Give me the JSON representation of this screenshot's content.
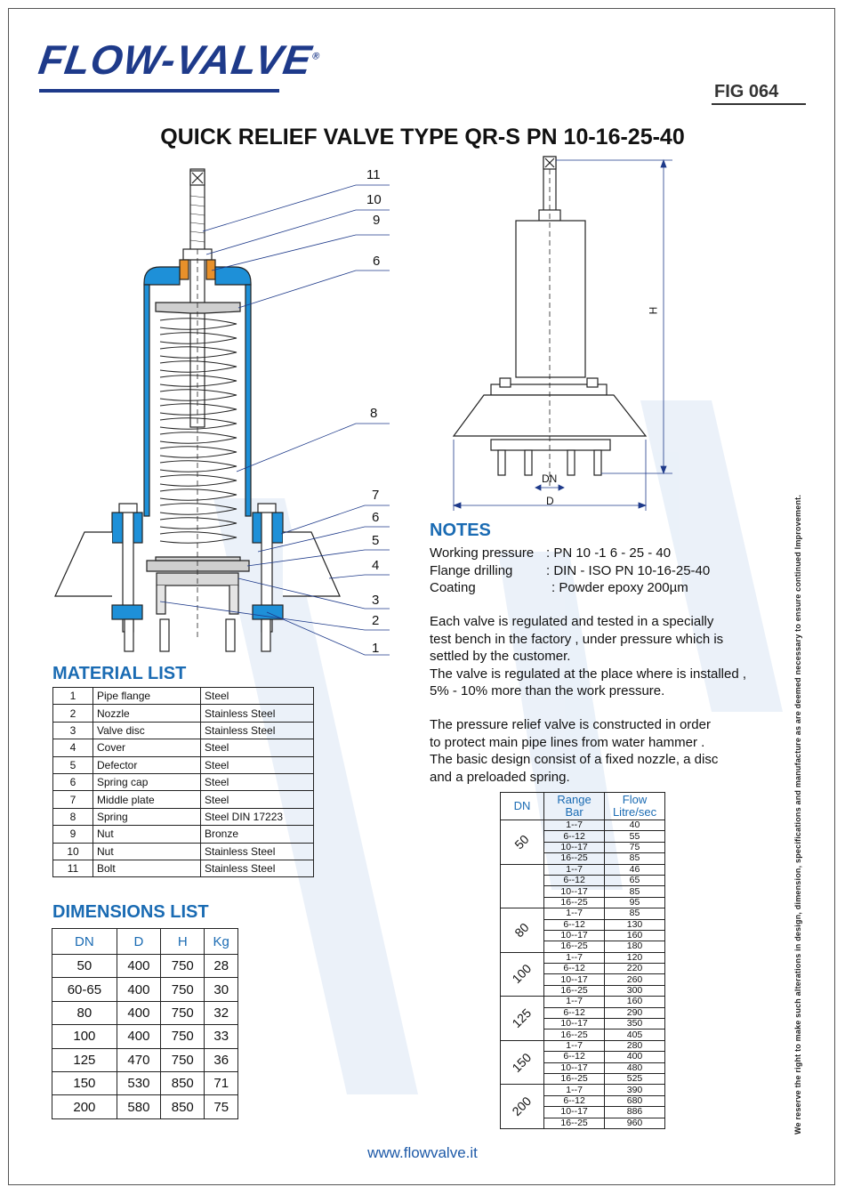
{
  "brand": {
    "logo": "FLOW-VALVE",
    "registered": "®"
  },
  "figure": "FIG 064",
  "title": "QUICK RELIEF VALVE TYPE QR-S PN 10-16-25-40",
  "callouts": [
    "11",
    "10",
    "9",
    "6",
    "8",
    "7",
    "6",
    "5",
    "4",
    "3",
    "2",
    "1"
  ],
  "drawing_labels": {
    "height": "H",
    "dn": "DN",
    "diameter": "D"
  },
  "notes": {
    "heading": "NOTES",
    "specs": [
      {
        "label": "Working pressure",
        "value": ": PN 10 -1 6 - 25 - 40"
      },
      {
        "label": "Flange drilling",
        "value": ": DIN - ISO PN 10-16-25-40"
      },
      {
        "label": "Coating",
        "value": ": Powder epoxy 200µm"
      }
    ],
    "paragraph1": "Each valve is regulated and tested in a specially\ntest bench in the factory , under pressure which is\nsettled by the customer.\nThe valve is regulated at the place where is installed ,\n5% - 10% more than the work pressure.",
    "paragraph2": "The pressure relief valve is constructed in order\nto protect main pipe lines from water hammer .\nThe basic design consist of a fixed nozzle, a disc\nand a preloaded spring."
  },
  "material_list": {
    "heading": "MATERIAL LIST",
    "rows": [
      [
        "1",
        "Pipe flange",
        "Steel"
      ],
      [
        "2",
        "Nozzle",
        "Stainless Steel"
      ],
      [
        "3",
        "Valve disc",
        "Stainless Steel"
      ],
      [
        "4",
        "Cover",
        "Steel"
      ],
      [
        "5",
        "Defector",
        "Steel"
      ],
      [
        "6",
        "Spring cap",
        "Steel"
      ],
      [
        "7",
        "Middle plate",
        "Steel"
      ],
      [
        "8",
        "Spring",
        "Steel  DIN 17223"
      ],
      [
        "9",
        "Nut",
        "Bronze"
      ],
      [
        "10",
        "Nut",
        "Stainless Steel"
      ],
      [
        "11",
        "Bolt",
        "Stainless Steel"
      ]
    ]
  },
  "dimensions_list": {
    "heading": "DIMENSIONS LIST",
    "headers": [
      "DN",
      "D",
      "H",
      "Kg"
    ],
    "rows": [
      [
        "50",
        "400",
        "750",
        "28"
      ],
      [
        "60-65",
        "400",
        "750",
        "30"
      ],
      [
        "80",
        "400",
        "750",
        "32"
      ],
      [
        "100",
        "400",
        "750",
        "33"
      ],
      [
        "125",
        "470",
        "750",
        "36"
      ],
      [
        "150",
        "530",
        "850",
        "71"
      ],
      [
        "200",
        "580",
        "850",
        "75"
      ]
    ]
  },
  "flow_table": {
    "headers": {
      "dn": "DN",
      "range_1": "Range",
      "range_2": "Bar",
      "flow_1": "Flow",
      "flow_2": "Litre/sec"
    },
    "groups": [
      {
        "dn": "50",
        "rows": [
          [
            "1--7",
            "40"
          ],
          [
            "6--12",
            "55"
          ],
          [
            "10--17",
            "75"
          ],
          [
            "16--25",
            "85"
          ]
        ]
      },
      {
        "dn": "",
        "rows": [
          [
            "1--7",
            "46"
          ],
          [
            "6--12",
            "65"
          ],
          [
            "10--17",
            "85"
          ],
          [
            "16--25",
            "95"
          ]
        ]
      },
      {
        "dn": "80",
        "rows": [
          [
            "1--7",
            "85"
          ],
          [
            "6--12",
            "130"
          ],
          [
            "10--17",
            "160"
          ],
          [
            "16--25",
            "180"
          ]
        ]
      },
      {
        "dn": "100",
        "rows": [
          [
            "1--7",
            "120"
          ],
          [
            "6--12",
            "220"
          ],
          [
            "10--17",
            "260"
          ],
          [
            "16--25",
            "300"
          ]
        ]
      },
      {
        "dn": "125",
        "rows": [
          [
            "1--7",
            "160"
          ],
          [
            "6--12",
            "290"
          ],
          [
            "10--17",
            "350"
          ],
          [
            "16--25",
            "405"
          ]
        ]
      },
      {
        "dn": "150",
        "rows": [
          [
            "1--7",
            "280"
          ],
          [
            "6--12",
            "400"
          ],
          [
            "10--17",
            "480"
          ],
          [
            "16--25",
            "525"
          ]
        ]
      },
      {
        "dn": "200",
        "rows": [
          [
            "1--7",
            "390"
          ],
          [
            "6--12",
            "680"
          ],
          [
            "10--17",
            "886"
          ],
          [
            "16--25",
            "960"
          ]
        ]
      }
    ]
  },
  "side_note": "We  reserve  the right   to make such alterations in design, dimension, specifications and manufacture as are deemed necessary to ensure continued Improvement.",
  "website": "www.flowvalve.it",
  "colors": {
    "brand": "#1e3a8a",
    "heading": "#1a6bb3",
    "part_blue": "#1e90d8",
    "part_orange": "#e8902a"
  }
}
